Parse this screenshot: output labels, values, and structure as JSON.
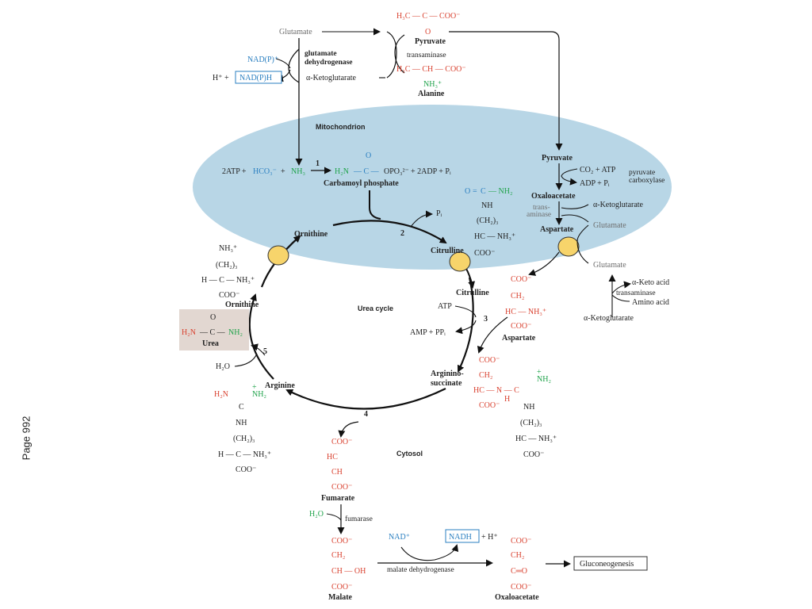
{
  "page": {
    "label": "Page 992"
  },
  "colors": {
    "red": "#d9412f",
    "green": "#1fa34a",
    "blue": "#2a7fc1",
    "gray": "#6e6e6e",
    "mito_fill": "#b8d6e6",
    "enzyme_circle": "#f7d46b",
    "urea_box": "#e2d7d1"
  },
  "compartments": {
    "mitochondrion": "Mitochondrion",
    "cytosol": "Cytosol",
    "cycle": "Urea cycle"
  },
  "pyruvate_source": {
    "glutamate": "Glutamate",
    "nadp": "NAD(P)⁺",
    "h_plus": "H⁺ +",
    "nadph": "NAD(P)H",
    "gdh_line1": "glutamate",
    "gdh_line2": "dehydrogenase",
    "akg": "α-Ketoglutarate",
    "pyruvate_formula": "H₃C — C — COO⁻",
    "pyruvate_o": "O",
    "pyruvate_name": "Pyruvate",
    "transaminase": "transaminase",
    "alanine_formula": "H₃C — CH — COO⁻",
    "alanine_nh3": "NH₃⁺",
    "alanine_name": "Alanine"
  },
  "carbamoyl": {
    "atp": "2ATP +",
    "hco3": "HCO₃⁻",
    "plus": "+",
    "nh3": "NH₃",
    "step": "1",
    "h2n": "H₂N",
    "c": "— C —",
    "o": "O",
    "opo3": "OPO₃²⁻",
    "adp": "+ 2ADP + Pᵢ",
    "name": "Carbamoyl phosphate"
  },
  "right_mito": {
    "pyruvate": "Pyruvate",
    "co2_atp": "CO₂ + ATP",
    "adp_pi": "ADP + Pᵢ",
    "pc_line1": "pyruvate",
    "pc_line2": "carboxylase",
    "oxaloacetate": "Oxaloacetate",
    "akg": "α-Ketoglutarate",
    "trans1": "trans-",
    "trans2": "aminase",
    "glutamate": "Glutamate",
    "aspartate": "Aspartate"
  },
  "mito_cycle": {
    "ornithine": "Ornithine",
    "step2": "2",
    "pi": "Pᵢ",
    "citrulline": "Citrulline",
    "cit_o": "O",
    "cit_eq": "=",
    "cit_c": "C",
    "cit_nh2": "— NH₂",
    "cit_nh": "NH",
    "cit_ch2": "(CH₂)₃",
    "cit_hc": "HC — NH₃⁺",
    "cit_coo": "COO⁻"
  },
  "ornithine_struct": {
    "nh3": "NH₃⁺",
    "ch2": "(CH₂)₃",
    "hc": "H — C — NH₃⁺",
    "coo": "COO⁻",
    "name": "Ornithine"
  },
  "urea": {
    "h2n": "H₂N",
    "c": "— C —",
    "o": "O",
    "nh2": "NH₂",
    "name": "Urea",
    "step5": "5",
    "h2o": "H₂O"
  },
  "cytosol_cycle": {
    "citrulline": "Citrulline",
    "atp": "ATP",
    "amp": "AMP + PPᵢ",
    "step3": "3",
    "arginino1": "Arginino-",
    "arginino2": "succinate",
    "step4": "4",
    "arginine": "Arginine"
  },
  "aspartate_right": {
    "glutamate": "Glutamate",
    "keto_acid": "α-Keto acid",
    "transaminase": "transaminase",
    "amino_acid": "Amino acid",
    "akg": "α-Ketoglutarate",
    "coo": "COO⁻",
    "ch2": "CH₂",
    "hc": "HC — NH₃⁺",
    "coo2": "COO⁻",
    "name": "Aspartate"
  },
  "argininosuccinate_struct": {
    "coo": "COO⁻",
    "ch2": "CH₂",
    "hc": "HC — N — C",
    "h": "H",
    "nh2": "NH₂",
    "plus": "+",
    "coo2": "COO⁻",
    "nh": "NH",
    "ch2b": "(CH₂)₃",
    "hc2": "HC — NH₃⁺",
    "coo3": "COO⁻"
  },
  "arginine_struct": {
    "h2n": "H₂N",
    "nh2": "NH₂",
    "plus": "+",
    "c": "C",
    "nh": "NH",
    "ch2": "(CH₂)₃",
    "hc": "H — C — NH₃⁺",
    "coo": "COO⁻"
  },
  "fumarate": {
    "coo": "COO⁻",
    "hc": "HC",
    "ch": "CH",
    "coo2": "COO⁻",
    "name": "Fumarate",
    "h2o": "H₂O",
    "fumarase": "fumarase"
  },
  "malate": {
    "coo": "COO⁻",
    "ch2": "CH₂",
    "choh": "CH — OH",
    "coo2": "COO⁻",
    "name": "Malate",
    "nad": "NAD⁺",
    "nadh": "NADH",
    "h": "+ H⁺",
    "mdh": "malate dehydrogenase"
  },
  "oxaloacetate": {
    "coo": "COO⁻",
    "ch2": "CH₂",
    "co": "C═O",
    "coo2": "COO⁻",
    "name": "Oxaloacetate",
    "gluconeogenesis": "Gluconeogenesis"
  }
}
